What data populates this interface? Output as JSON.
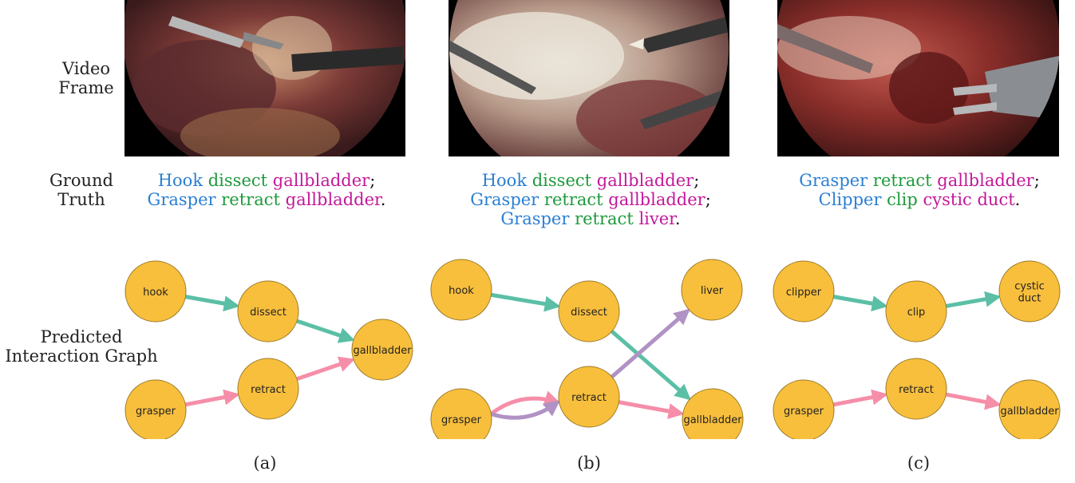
{
  "row_labels": {
    "video_frame": [
      "Video",
      "Frame"
    ],
    "ground_truth": [
      "Ground",
      "Truth"
    ],
    "predicted": [
      "Predicted",
      "Interaction Graph"
    ]
  },
  "ground_truth": [
    {
      "lines": [
        [
          {
            "t": "Hook",
            "c": "tool"
          },
          {
            "t": " "
          },
          {
            "t": "dissect",
            "c": "verb"
          },
          {
            "t": " "
          },
          {
            "t": "gallbladder",
            "c": "target"
          },
          {
            "t": ";",
            "c": "punct"
          }
        ],
        [
          {
            "t": "Grasper",
            "c": "tool"
          },
          {
            "t": " "
          },
          {
            "t": "retract",
            "c": "verb"
          },
          {
            "t": " "
          },
          {
            "t": "gallbladder",
            "c": "target"
          },
          {
            "t": ".",
            "c": "punct"
          }
        ]
      ]
    },
    {
      "lines": [
        [
          {
            "t": "Hook",
            "c": "tool"
          },
          {
            "t": " "
          },
          {
            "t": "dissect",
            "c": "verb"
          },
          {
            "t": " "
          },
          {
            "t": "gallbladder",
            "c": "target"
          },
          {
            "t": ";",
            "c": "punct"
          }
        ],
        [
          {
            "t": "Grasper",
            "c": "tool"
          },
          {
            "t": " "
          },
          {
            "t": "retract",
            "c": "verb"
          },
          {
            "t": " "
          },
          {
            "t": "gallbladder",
            "c": "target"
          },
          {
            "t": ";",
            "c": "punct"
          }
        ],
        [
          {
            "t": "Grasper",
            "c": "tool"
          },
          {
            "t": " "
          },
          {
            "t": "retract",
            "c": "verb"
          },
          {
            "t": " "
          },
          {
            "t": "liver",
            "c": "target"
          },
          {
            "t": ".",
            "c": "punct"
          }
        ]
      ]
    },
    {
      "lines": [
        [
          {
            "t": "Grasper",
            "c": "tool"
          },
          {
            "t": " "
          },
          {
            "t": "retract",
            "c": "verb"
          },
          {
            "t": " "
          },
          {
            "t": "gallbladder",
            "c": "target"
          },
          {
            "t": ";",
            "c": "punct"
          }
        ],
        [
          {
            "t": "Clipper",
            "c": "tool"
          },
          {
            "t": " "
          },
          {
            "t": "clip",
            "c": "verb"
          },
          {
            "t": " "
          },
          {
            "t": "cystic duct",
            "c": "target"
          },
          {
            "t": ".",
            "c": "punct"
          }
        ]
      ]
    }
  ],
  "colors": {
    "node_fill": "#f8bf3c",
    "node_stroke": "#9a7a2a",
    "edge_teal": "#5bbfa6",
    "edge_pink": "#f58ea8",
    "edge_purple": "#b192c4",
    "frame_bg": "#000000"
  },
  "graphs": [
    {
      "caption": "(a)",
      "nodes": [
        {
          "id": "hook",
          "label": [
            "hook"
          ]
        },
        {
          "id": "dissect",
          "label": [
            "dissect"
          ]
        },
        {
          "id": "gallbladder",
          "label": [
            "gallbladder"
          ]
        },
        {
          "id": "grasper",
          "label": [
            "grasper"
          ]
        },
        {
          "id": "retract",
          "label": [
            "retract"
          ]
        }
      ],
      "edges": [
        {
          "from": "hook",
          "to": "dissect",
          "color": "edge_teal"
        },
        {
          "from": "dissect",
          "to": "gallbladder",
          "color": "edge_teal"
        },
        {
          "from": "grasper",
          "to": "retract",
          "color": "edge_pink"
        },
        {
          "from": "retract",
          "to": "gallbladder",
          "color": "edge_pink"
        }
      ]
    },
    {
      "caption": "(b)",
      "nodes": [
        {
          "id": "hook",
          "label": [
            "hook"
          ]
        },
        {
          "id": "dissect",
          "label": [
            "dissect"
          ]
        },
        {
          "id": "liver",
          "label": [
            "liver"
          ]
        },
        {
          "id": "grasper",
          "label": [
            "grasper"
          ]
        },
        {
          "id": "retract",
          "label": [
            "retract"
          ]
        },
        {
          "id": "gallbladder",
          "label": [
            "gallbladder"
          ]
        }
      ],
      "edges": [
        {
          "from": "hook",
          "to": "dissect",
          "color": "edge_teal"
        },
        {
          "from": "dissect",
          "to": "gallbladder",
          "color": "edge_teal"
        },
        {
          "from": "grasper",
          "to": "retract",
          "color": "edge_pink",
          "curve": -1
        },
        {
          "from": "retract",
          "to": "gallbladder",
          "color": "edge_pink"
        },
        {
          "from": "grasper",
          "to": "retract",
          "color": "edge_purple",
          "curve": 1
        },
        {
          "from": "retract",
          "to": "liver",
          "color": "edge_purple"
        }
      ]
    },
    {
      "caption": "(c)",
      "nodes": [
        {
          "id": "clipper",
          "label": [
            "clipper"
          ]
        },
        {
          "id": "clip",
          "label": [
            "clip"
          ]
        },
        {
          "id": "cystic",
          "label": [
            "cystic",
            "duct"
          ]
        },
        {
          "id": "grasper",
          "label": [
            "grasper"
          ]
        },
        {
          "id": "retract",
          "label": [
            "retract"
          ]
        },
        {
          "id": "gallbladder",
          "label": [
            "gallbladder"
          ]
        }
      ],
      "edges": [
        {
          "from": "clipper",
          "to": "clip",
          "color": "edge_teal"
        },
        {
          "from": "clip",
          "to": "cystic",
          "color": "edge_teal"
        },
        {
          "from": "grasper",
          "to": "retract",
          "color": "edge_pink"
        },
        {
          "from": "retract",
          "to": "gallbladder",
          "color": "edge_pink"
        }
      ]
    }
  ]
}
